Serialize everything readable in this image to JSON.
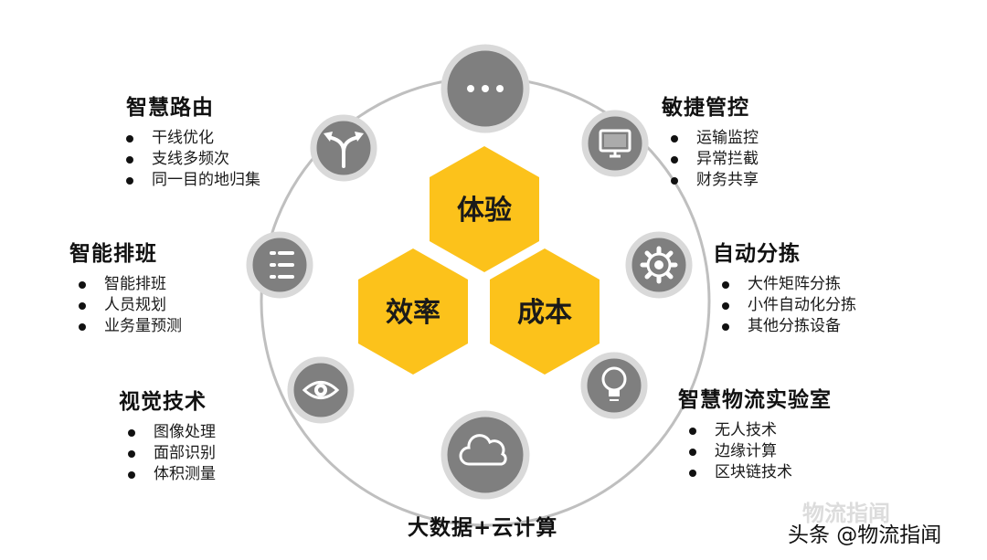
{
  "center": {
    "top": "体验",
    "left": "效率",
    "right": "成本"
  },
  "colors": {
    "hex_fill": "#FCC21B",
    "icon_fill": "#7F7F7F",
    "icon_border": "#D9D9D9",
    "ring": "#BFBFBF"
  },
  "icons": [
    "more-dots-icon",
    "monitor-icon",
    "gear-icon",
    "lightbulb-icon",
    "cloud-icon",
    "eye-icon",
    "list-icon",
    "route-split-icon"
  ],
  "modules": {
    "smart_routing": {
      "title": "智慧路由",
      "items": [
        "干线优化",
        "支线多频次",
        "同一目的地归集"
      ]
    },
    "agile_control": {
      "title": "敏捷管控",
      "items": [
        "运输监控",
        "异常拦截",
        "财务共享"
      ]
    },
    "smart_scheduling": {
      "title": "智能排班",
      "items": [
        "智能排班",
        "人员规划",
        "业务量预测"
      ]
    },
    "auto_sorting": {
      "title": "自动分拣",
      "items": [
        "大件矩阵分拣",
        "小件自动化分拣",
        "其他分拣设备"
      ]
    },
    "vision_tech": {
      "title": "视觉技术",
      "items": [
        "图像处理",
        "面部识别",
        "体积测量"
      ]
    },
    "logistics_lab": {
      "title": "智慧物流实验室",
      "items": [
        "无人技术",
        "边缘计算",
        "区块链技术"
      ]
    },
    "bigdata": {
      "title": "大数据+云计算"
    }
  },
  "watermark": "物流指闻",
  "source": "头条 @物流指闻"
}
